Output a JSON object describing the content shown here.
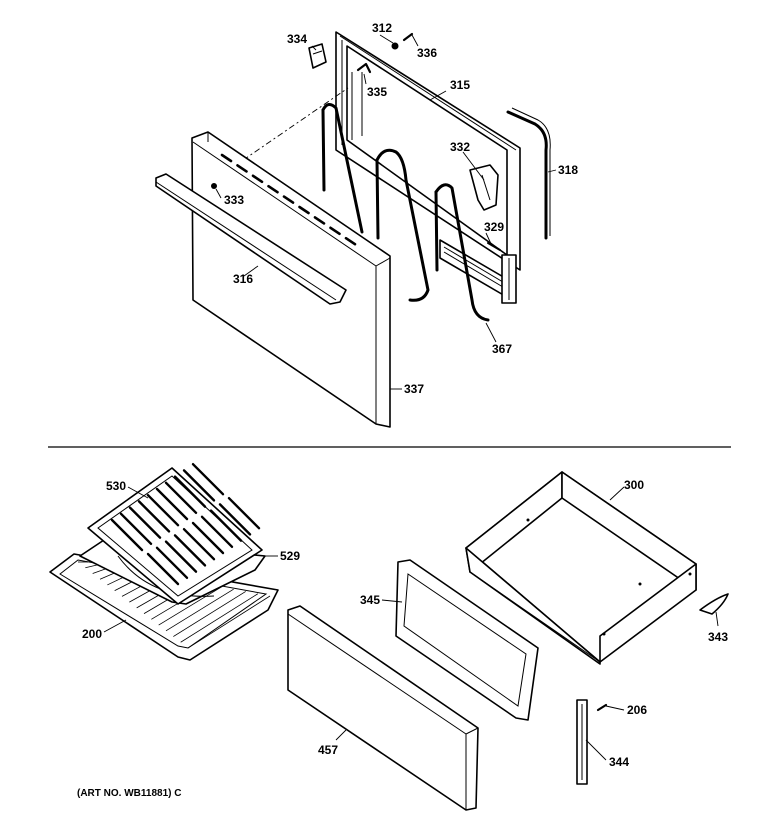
{
  "callouts": {
    "p312": "312",
    "p334": "334",
    "p336": "336",
    "p335": "335",
    "p315": "315",
    "p332": "332",
    "p318": "318",
    "p333": "333",
    "p329": "329",
    "p316": "316",
    "p367": "367",
    "p337": "337",
    "p530": "530",
    "p529": "529",
    "p200": "200",
    "p300": "300",
    "p345": "345",
    "p343": "343",
    "p206": "206",
    "p457": "457",
    "p344": "344"
  },
  "art_number": "(ART NO. WB11881) C",
  "colors": {
    "line": "#000000",
    "background": "#ffffff"
  }
}
